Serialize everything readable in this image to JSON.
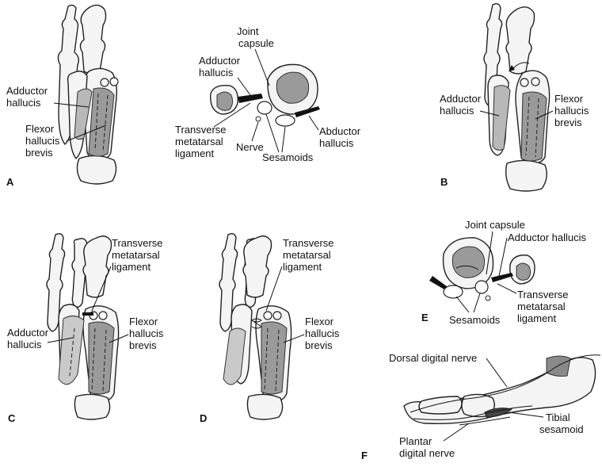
{
  "panels": {
    "a": {
      "letter": "A",
      "adductor": [
        "Adductor",
        "hallucis"
      ],
      "fhb": [
        "Flexor",
        "hallucis",
        "brevis"
      ]
    },
    "a_section": {
      "joint_capsule": [
        "Joint",
        "capsule"
      ],
      "adductor": [
        "Adductor",
        "hallucis"
      ],
      "transverse": [
        "Transverse",
        "metatarsal",
        "ligament"
      ],
      "nerve": "Nerve",
      "sesamoids": "Sesamoids",
      "abductor": [
        "Abductor",
        "hallucis"
      ]
    },
    "b": {
      "letter": "B",
      "adductor": [
        "Adductor",
        "hallucis"
      ],
      "fhb": [
        "Flexor",
        "hallucis",
        "brevis"
      ]
    },
    "c": {
      "letter": "C",
      "transverse": [
        "Transverse",
        "metatarsal",
        "ligament"
      ],
      "adductor": [
        "Adductor",
        "hallucis"
      ],
      "fhb": [
        "Flexor",
        "hallucis",
        "brevis"
      ]
    },
    "d": {
      "letter": "D",
      "transverse": [
        "Transverse",
        "metatarsal",
        "ligament"
      ],
      "fhb": [
        "Flexor",
        "hallucis",
        "brevis"
      ]
    },
    "e": {
      "letter": "E",
      "joint_capsule": "Joint capsule",
      "adductor": "Adductor hallucis",
      "transverse": [
        "Transverse",
        "metatarsal",
        "ligament"
      ],
      "sesamoids": "Sesamoids"
    },
    "f": {
      "letter": "F",
      "dorsal": "Dorsal digital nerve",
      "tibial": [
        "Tibial",
        "sesamoid"
      ],
      "plantar": [
        "Plantar",
        "digital nerve"
      ]
    }
  }
}
